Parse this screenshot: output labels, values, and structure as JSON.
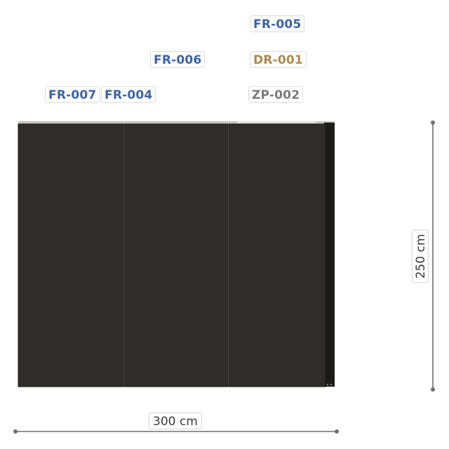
{
  "component_tags": [
    {
      "code": "FR-005",
      "color": "#3c63a6"
    },
    {
      "code": "FR-006",
      "color": "#3c63a6"
    },
    {
      "code": "DR-001",
      "color": "#a88a4e"
    },
    {
      "code": "FR-007",
      "color": "#3c63a6"
    },
    {
      "code": "FR-004",
      "color": "#3c63a6"
    },
    {
      "code": "ZP-002",
      "color": "#7a7a7a"
    }
  ],
  "dimensions": {
    "width": "300 cm",
    "height": "250 cm"
  },
  "colors": {
    "panel": "#2e2b29",
    "panel_edge": "#1b1918",
    "dimension_line": "#6e6e6e"
  }
}
